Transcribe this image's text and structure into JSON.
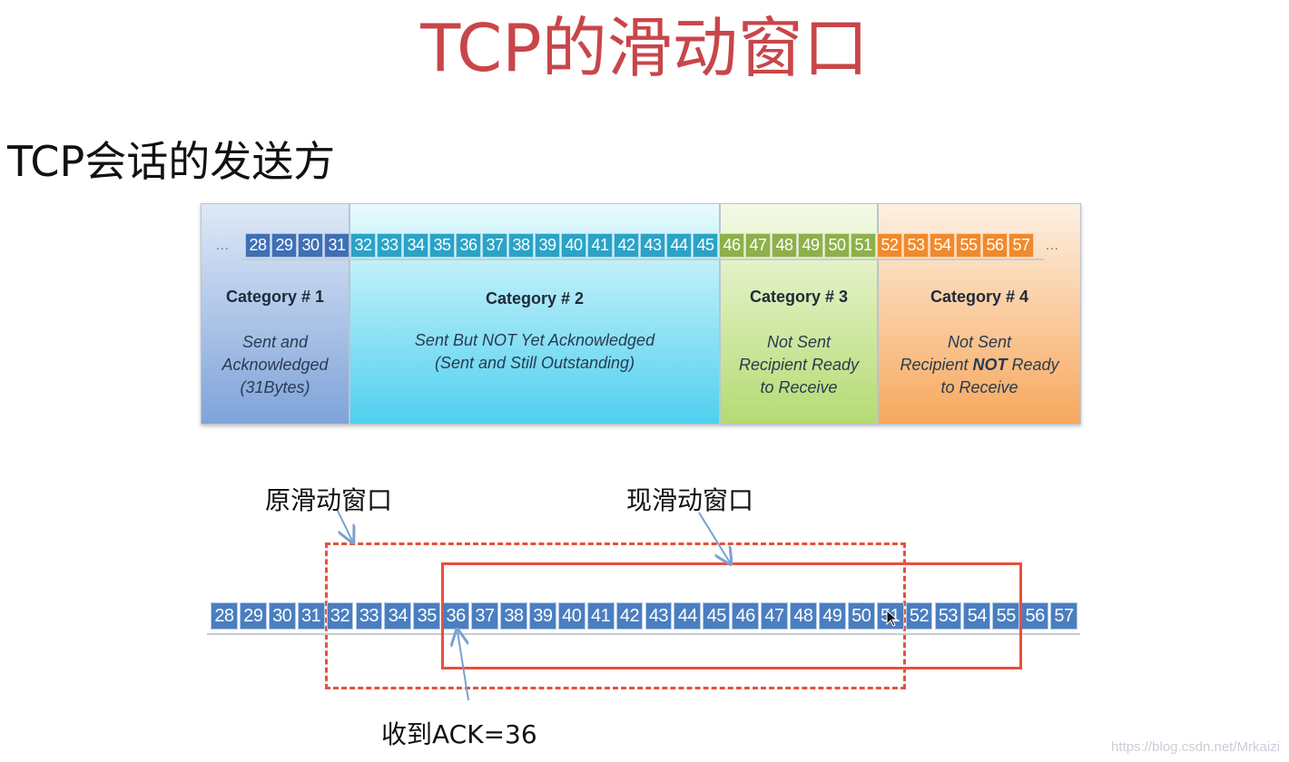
{
  "title": "TCP的滑动窗口",
  "subtitle": "TCP会话的发送方",
  "top_sequence": {
    "numbers": [
      28,
      29,
      30,
      31,
      32,
      33,
      34,
      35,
      36,
      37,
      38,
      39,
      40,
      41,
      42,
      43,
      44,
      45,
      46,
      47,
      48,
      49,
      50,
      51,
      52,
      53,
      54,
      55,
      56,
      57
    ],
    "ellipsis": "..."
  },
  "categories": [
    {
      "title": "Category # 1",
      "desc": [
        "Sent and",
        "Acknowledged",
        "(31Bytes)"
      ],
      "color": "#3f6fb5",
      "range": [
        28,
        31
      ]
    },
    {
      "title": "Category # 2",
      "desc": [
        "Sent But NOT Yet Acknowledged",
        "(Sent and Still Outstanding)"
      ],
      "color": "#2aa3c7",
      "range": [
        32,
        45
      ]
    },
    {
      "title": "Category # 3",
      "desc": [
        "Not Sent",
        "Recipient Ready",
        "to Receive"
      ],
      "color": "#8db04a",
      "range": [
        46,
        51
      ]
    },
    {
      "title": "Category # 4",
      "desc_parts": [
        "Not Sent",
        "Recipient ",
        "NOT",
        " Ready",
        "to Receive"
      ],
      "color": "#f08a2c",
      "range": [
        52,
        57
      ]
    }
  ],
  "bottom_sequence": {
    "numbers": [
      28,
      29,
      30,
      31,
      32,
      33,
      34,
      35,
      36,
      37,
      38,
      39,
      40,
      41,
      42,
      43,
      44,
      45,
      46,
      47,
      48,
      49,
      50,
      51,
      52,
      53,
      54,
      55,
      56,
      57
    ],
    "color": "#4a7ec0"
  },
  "labels": {
    "old_window": "原滑动窗口",
    "new_window": "现滑动窗口",
    "ack": "收到ACK=36"
  },
  "window_color": "#e8503a",
  "watermark": "https://blog.csdn.net/Mrkaizi"
}
